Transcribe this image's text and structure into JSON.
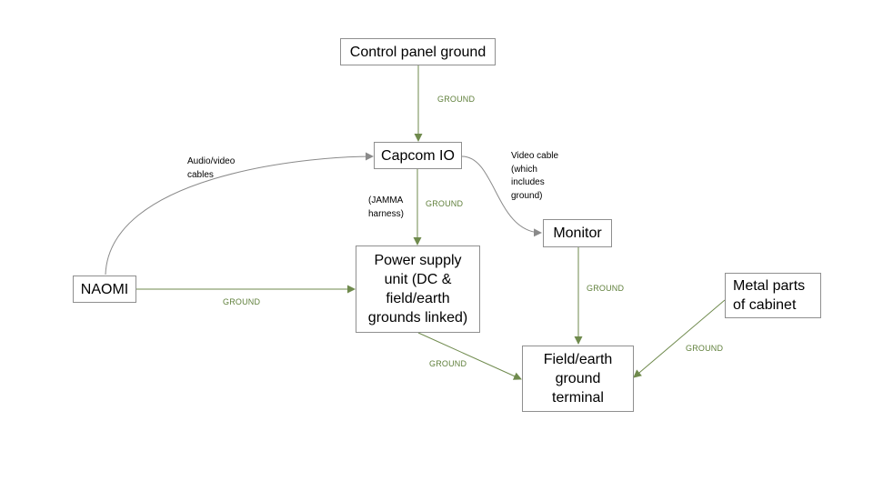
{
  "colors": {
    "edge": "#6f8a4d",
    "ground_label": "#5f7f3a",
    "node_border": "#8f8f8f"
  },
  "nodes": {
    "control_panel_ground": "Control panel ground",
    "capcom_io": "Capcom IO",
    "monitor": "Monitor",
    "power_supply": "Power supply unit (DC & field/earth grounds linked)",
    "naomi": "NAOMI",
    "metal_parts": "Metal parts of cabinet",
    "field_earth_terminal": "Field/earth ground terminal"
  },
  "edge_labels": {
    "control_to_capcom": "GROUND",
    "capcom_to_psu": "GROUND",
    "naomi_to_psu": "GROUND",
    "monitor_to_terminal": "GROUND",
    "psu_to_terminal": "GROUND",
    "metal_to_terminal": "GROUND"
  },
  "notes": {
    "audio_video": "Audio/video cables",
    "jamma": "(JAMMA harness)",
    "video_cable": "Video cable (which includes ground)"
  }
}
